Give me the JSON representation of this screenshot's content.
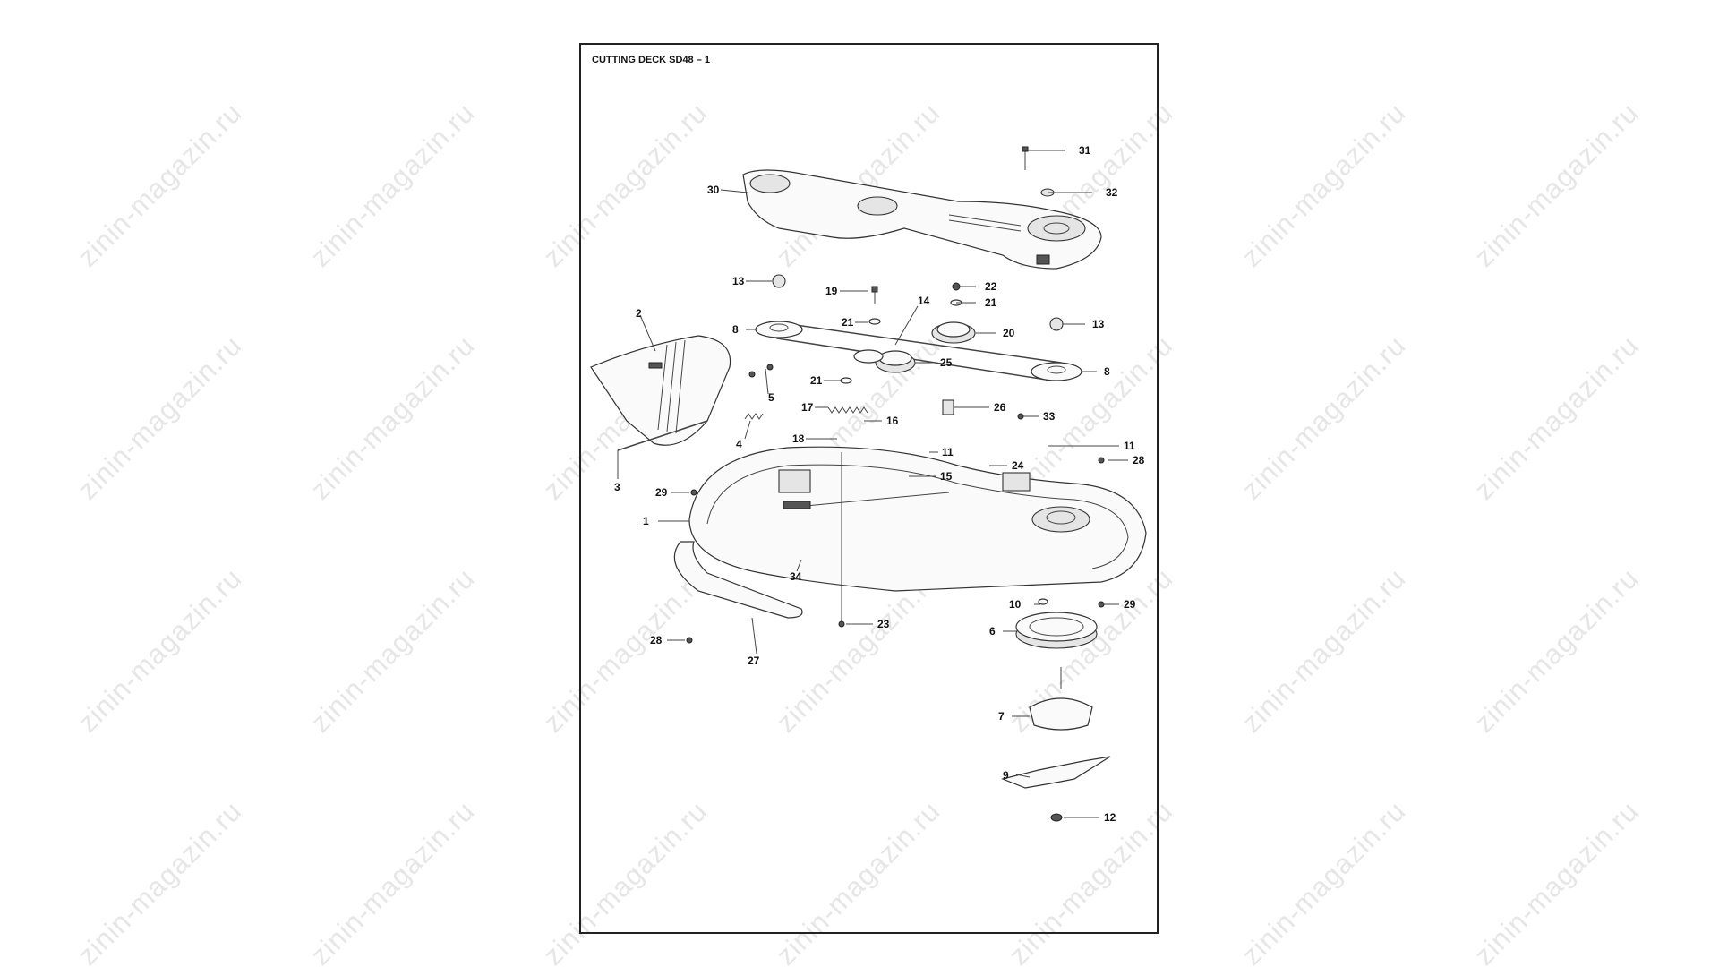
{
  "title": "CUTTING DECK SD48 – 1",
  "watermark_text": "zinin-magazin.ru",
  "callouts": [
    {
      "id": "31",
      "label": "31"
    },
    {
      "id": "32",
      "label": "32"
    },
    {
      "id": "30",
      "label": "30"
    },
    {
      "id": "13a",
      "label": "13"
    },
    {
      "id": "19",
      "label": "19"
    },
    {
      "id": "22",
      "label": "22"
    },
    {
      "id": "21a",
      "label": "21"
    },
    {
      "id": "21b",
      "label": "21"
    },
    {
      "id": "14",
      "label": "14"
    },
    {
      "id": "20",
      "label": "20"
    },
    {
      "id": "13b",
      "label": "13"
    },
    {
      "id": "2",
      "label": "2"
    },
    {
      "id": "8a",
      "label": "8"
    },
    {
      "id": "25",
      "label": "25"
    },
    {
      "id": "8b",
      "label": "8"
    },
    {
      "id": "5",
      "label": "5"
    },
    {
      "id": "21c",
      "label": "21"
    },
    {
      "id": "17",
      "label": "17"
    },
    {
      "id": "26",
      "label": "26"
    },
    {
      "id": "33",
      "label": "33"
    },
    {
      "id": "16",
      "label": "16"
    },
    {
      "id": "4",
      "label": "4"
    },
    {
      "id": "18",
      "label": "18"
    },
    {
      "id": "11a",
      "label": "11"
    },
    {
      "id": "11b",
      "label": "11"
    },
    {
      "id": "24",
      "label": "24"
    },
    {
      "id": "28a",
      "label": "28"
    },
    {
      "id": "3",
      "label": "3"
    },
    {
      "id": "15",
      "label": "15"
    },
    {
      "id": "29a",
      "label": "29"
    },
    {
      "id": "1",
      "label": "1"
    },
    {
      "id": "34",
      "label": "34"
    },
    {
      "id": "10",
      "label": "10"
    },
    {
      "id": "29b",
      "label": "29"
    },
    {
      "id": "23",
      "label": "23"
    },
    {
      "id": "6",
      "label": "6"
    },
    {
      "id": "28b",
      "label": "28"
    },
    {
      "id": "27",
      "label": "27"
    },
    {
      "id": "7",
      "label": "7"
    },
    {
      "id": "9",
      "label": "9"
    },
    {
      "id": "12",
      "label": "12"
    }
  ]
}
